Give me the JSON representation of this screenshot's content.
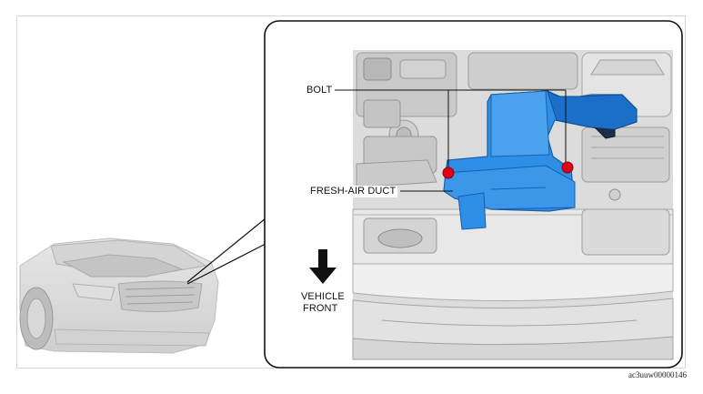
{
  "figure": {
    "labels": {
      "bolt": "BOLT",
      "fresh_air_duct": "FRESH-AIR DUCT",
      "vehicle_front_line1": "VEHICLE",
      "vehicle_front_line2": "FRONT"
    },
    "figure_code": "ac3uuw00000146",
    "colors": {
      "duct": "#2f8ee6",
      "duct_dark": "#1c6fc8",
      "bolt": "#e1001a",
      "engine_gray": "#bcbcbc",
      "arrow": "#111111"
    },
    "icons": [
      "vehicle-front-arrow-icon",
      "bolt-marker-icon"
    ]
  }
}
